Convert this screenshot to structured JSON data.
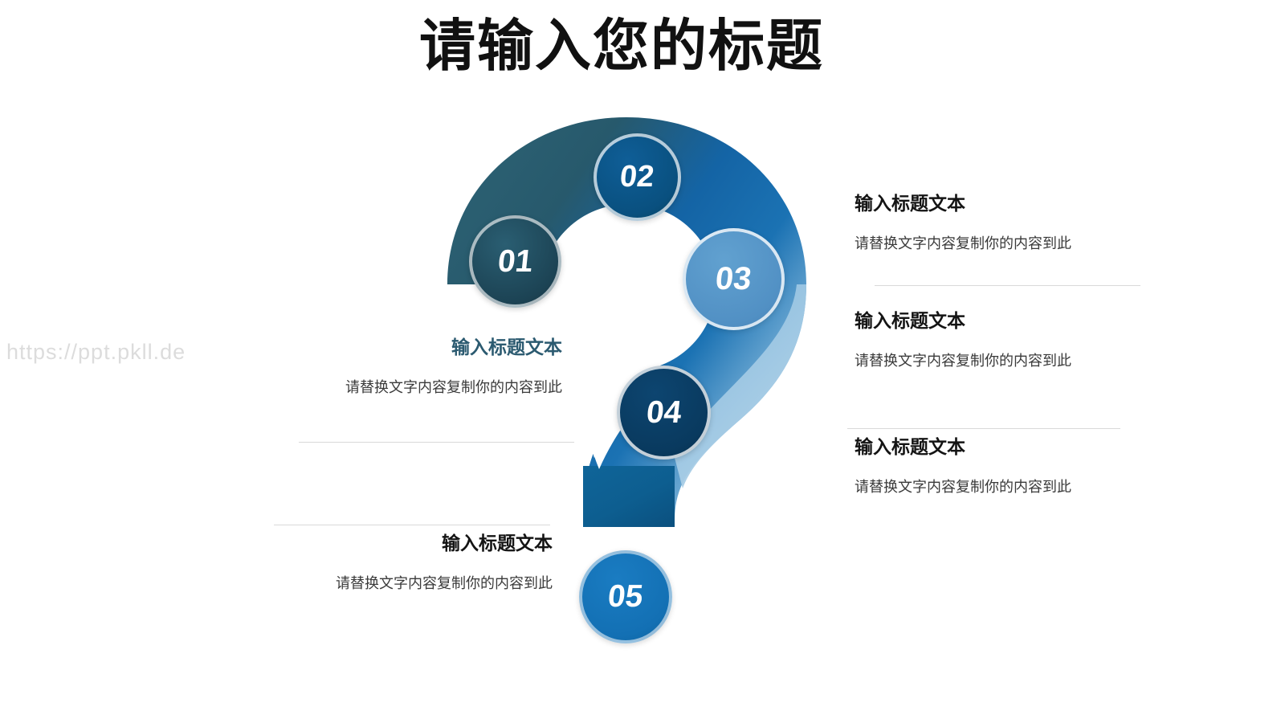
{
  "slide": {
    "title": "请输入您的标题",
    "watermark": "https://ppt.pkll.de",
    "background_color": "#ffffff"
  },
  "diagram": {
    "shape": "question-mark",
    "gradient_colors": {
      "arc_top_left": "#2a5c6e",
      "arc_top_right": "#1669ab",
      "arc_right_lower": "#9cc5e0",
      "stem": "#0e6093"
    },
    "steps": [
      {
        "id": "01",
        "number": "01",
        "color": "#204a5a"
      },
      {
        "id": "02",
        "number": "02",
        "color": "#0c5489"
      },
      {
        "id": "03",
        "number": "03",
        "color": "#5596c8"
      },
      {
        "id": "04",
        "number": "04",
        "color": "#0a3c63"
      },
      {
        "id": "05",
        "number": "05",
        "color": "#1570b4"
      }
    ]
  },
  "text_blocks": {
    "left": [
      {
        "title": "输入标题文本",
        "body": "请替换文字内容复制你的内容到此",
        "title_color": "#2b5a70"
      },
      {
        "title": "输入标题文本",
        "body": "请替换文字内容复制你的内容到此",
        "title_color": "#141414"
      }
    ],
    "right": [
      {
        "title": "输入标题文本",
        "body": "请替换文字内容复制你的内容到此",
        "title_color": "#141414"
      },
      {
        "title": "输入标题文本",
        "body": "请替换文字内容复制你的内容到此",
        "title_color": "#141414"
      },
      {
        "title": "输入标题文本",
        "body": "请替换文字内容复制你的内容到此",
        "title_color": "#141414"
      }
    ]
  },
  "dividers": {
    "color": "#d9d9d9",
    "count": 4
  }
}
